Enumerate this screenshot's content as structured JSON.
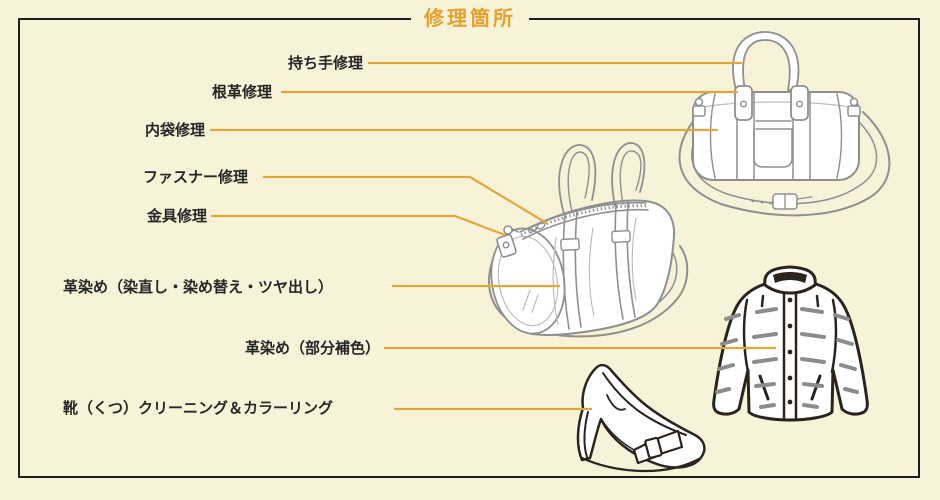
{
  "title": "修理箇所",
  "colors": {
    "background": "#f7f3d8",
    "border": "#1f1f1f",
    "accent_title": "#e5a02f",
    "leader_line": "#e2a63c",
    "label_text": "#262626",
    "bag_outline": "#8f8f8f",
    "dark_outline": "#2b241e"
  },
  "labels": [
    {
      "id": "handle-repair",
      "text": "持ち手修理",
      "target": "boston-bag-handle"
    },
    {
      "id": "root-leather-repair",
      "text": "根革修理",
      "target": "boston-bag-root-leather"
    },
    {
      "id": "inner-lining-repair",
      "text": "内袋修理",
      "target": "boston-bag-inner-lining"
    },
    {
      "id": "zipper-repair",
      "text": "ファスナー修理",
      "target": "duffel-bag-zipper"
    },
    {
      "id": "metal-fitting-repair",
      "text": "金具修理",
      "target": "duffel-bag-metal-clasp"
    },
    {
      "id": "leather-dye-full",
      "text": "革染め（染直し・染め替え・ツヤ出し）",
      "target": "duffel-bag-body"
    },
    {
      "id": "leather-dye-partial",
      "text": "革染め（部分補色）",
      "target": "down-jacket"
    },
    {
      "id": "shoe-cleaning-coloring",
      "text": "靴（くつ）クリーニング＆カラーリング",
      "target": "high-heel-pump"
    }
  ],
  "illustrations": [
    {
      "name": "boston-bag",
      "description": "handbag with top handle and shoulder strap"
    },
    {
      "name": "duffel-bag",
      "description": "barrel bag with zipper, handles and clasp"
    },
    {
      "name": "down-jacket",
      "description": "quilted puffer jacket"
    },
    {
      "name": "high-heel-pump",
      "description": "high heel shoe with bow"
    }
  ]
}
